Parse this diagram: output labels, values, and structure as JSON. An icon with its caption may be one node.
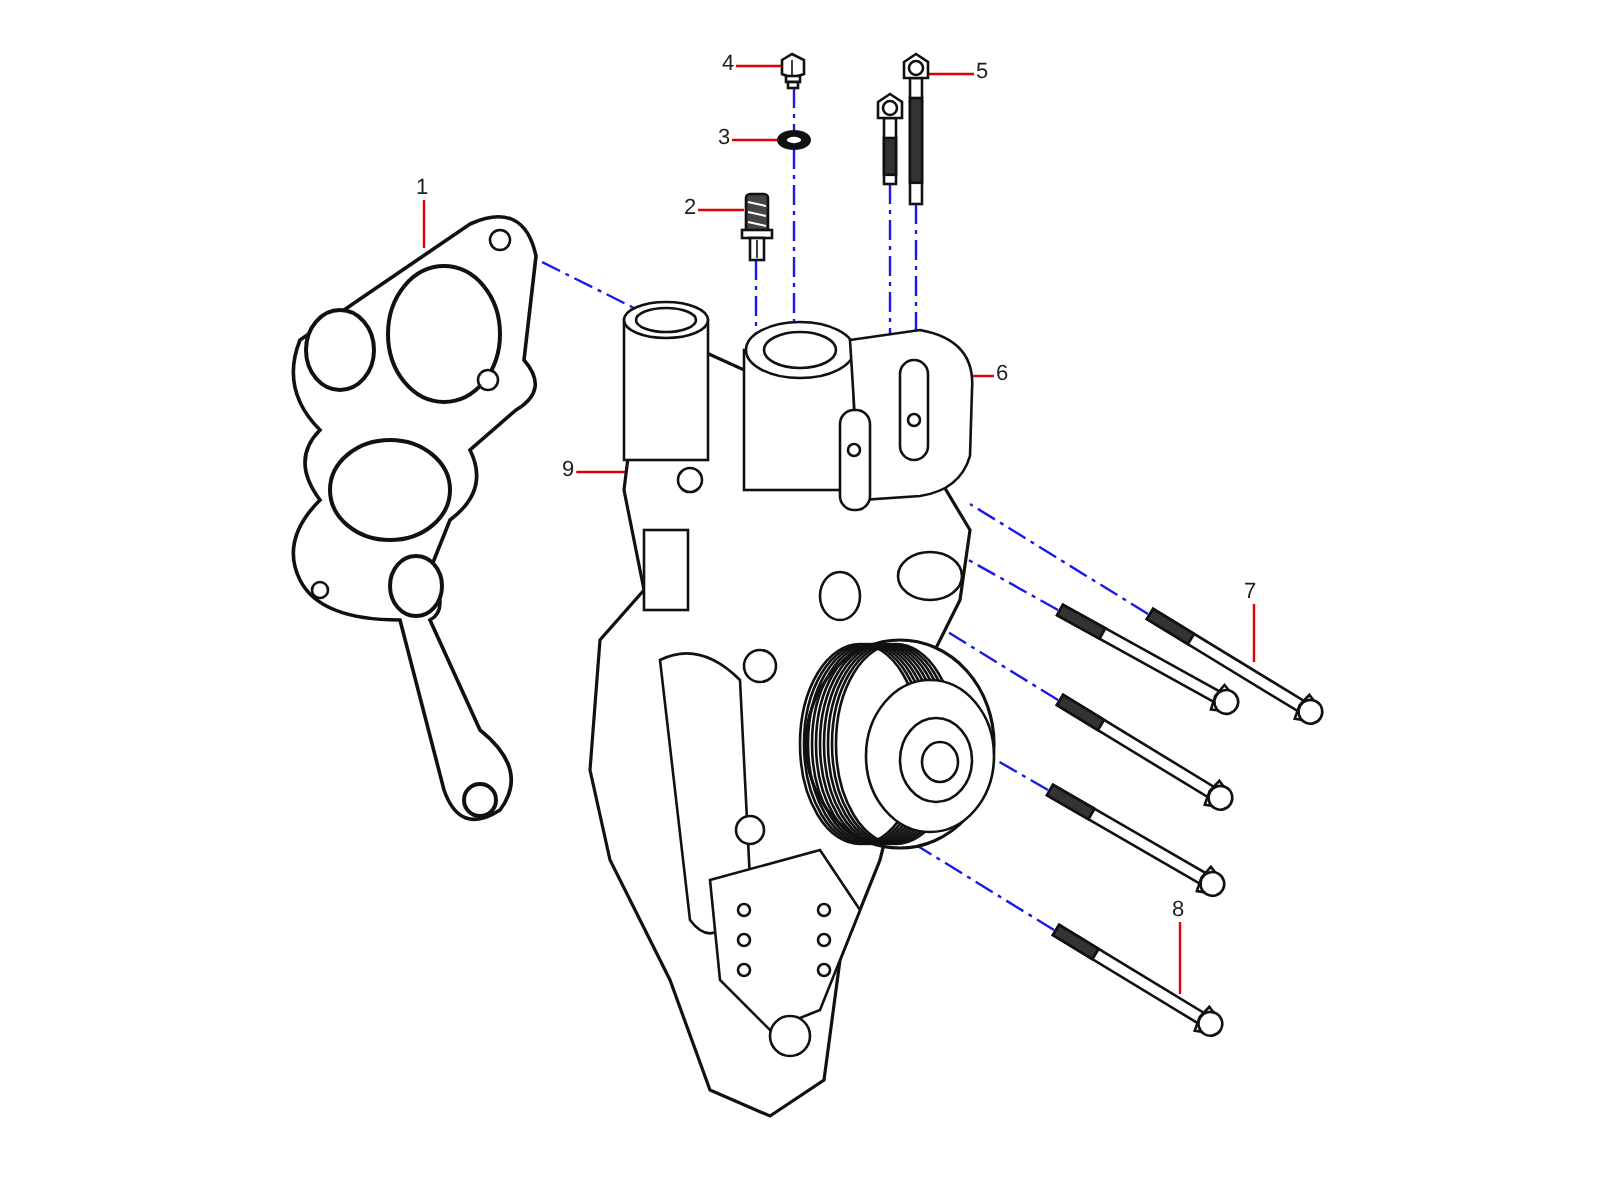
{
  "diagram": {
    "nodes": [
      {
        "text": [
          "1"
        ]
      },
      {
        "text": [
          "2"
        ]
      },
      {
        "text": [
          "3"
        ]
      },
      {
        "text": [
          "4"
        ]
      },
      {
        "text": [
          "5"
        ]
      },
      {
        "text": [
          "6"
        ]
      },
      {
        "text": [
          "7"
        ]
      },
      {
        "text": [
          "8"
        ]
      },
      {
        "text": [
          "9"
        ]
      },
      {
        "text": [],
        "shape": "picture"
      },
      {
        "text": [],
        "shape": "picture"
      },
      {
        "text": [],
        "shape": "picture"
      },
      {
        "text": [],
        "shape": "picture"
      },
      {
        "text": [],
        "shape": "picture"
      },
      {
        "text": [],
        "shape": "picture"
      },
      {
        "text": [],
        "shape": "picture"
      },
      {
        "text": [],
        "shape": "picture"
      },
      {
        "text": [],
        "shape": "picture"
      },
      {
        "text": [],
        "shape": "picture"
      },
      {
        "text": [],
        "shape": "picture"
      },
      {
        "text": [],
        "shape": "picture"
      },
      {
        "text": [],
        "shape": "picture"
      }
    ],
    "edges": [
      {
        "from": 0,
        "to": 9,
        "arrow": "none",
        "color": "#e00000"
      },
      {
        "from": 1,
        "to": 10,
        "arrow": "none",
        "color": "#e00000"
      },
      {
        "from": 2,
        "to": 11,
        "arrow": "none",
        "color": "#e00000"
      },
      {
        "from": 3,
        "to": 12,
        "arrow": "none",
        "color": "#e00000"
      },
      {
        "from": 4,
        "to": 13,
        "arrow": "none",
        "color": "#e00000"
      },
      {
        "from": 5,
        "to": 14,
        "arrow": "none",
        "color": "#e00000"
      },
      {
        "from": 6,
        "to": 15,
        "arrow": "none",
        "color": "#e00000"
      },
      {
        "from": 7,
        "to": 16,
        "arrow": "none",
        "color": "#e00000"
      },
      {
        "from": 8,
        "to": 17,
        "arrow": "none",
        "color": "#e00000"
      },
      {
        "from": 9,
        "to": 17,
        "arrow": "none",
        "style": "dashed"
      },
      {
        "from": 10,
        "to": 17,
        "arrow": "none",
        "style": "dashed"
      },
      {
        "from": 12,
        "to": 11,
        "arrow": "none",
        "style": "dashed"
      },
      {
        "from": 11,
        "to": 17,
        "arrow": "none",
        "style": "dashed"
      },
      {
        "from": 18,
        "to": 14,
        "arrow": "none",
        "style": "dashed"
      },
      {
        "from": 13,
        "to": 14,
        "arrow": "none",
        "style": "dashed"
      },
      {
        "from": 15,
        "to": 17,
        "arrow": "none",
        "style": "dashed"
      },
      {
        "from": 19,
        "to": 17,
        "arrow": "none",
        "style": "dashed"
      },
      {
        "from": 20,
        "to": 17,
        "arrow": "none",
        "style": "dashed"
      },
      {
        "from": 21,
        "to": 17,
        "arrow": "none",
        "style": "dashed"
      },
      {
        "from": 16,
        "to": 17,
        "arrow": "none",
        "style": "dashed"
      }
    ]
  }
}
